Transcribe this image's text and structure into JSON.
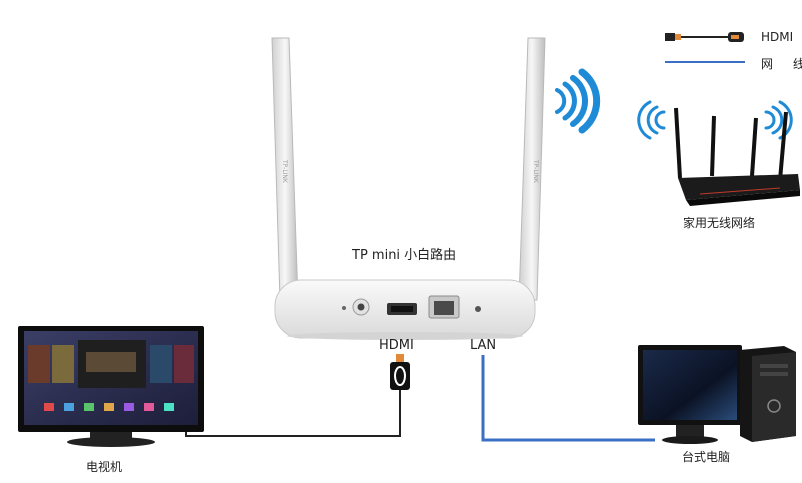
{
  "device_title": "TP mini 小白路由",
  "ports": {
    "hdmi": "HDMI",
    "lan": "LAN"
  },
  "legend": {
    "hdmi": "HDMI",
    "network": "网 线"
  },
  "devices": {
    "home_router": "家用无线网络",
    "tv": "电视机",
    "desktop_pc": "台式电脑"
  },
  "antenna_brand": "TP-LINK",
  "colors": {
    "network_cable": "#3a6fc4",
    "hdmi_cable": "#222222",
    "wifi_waves": "#1f8ad6",
    "router_body": "#f2f2f2"
  }
}
